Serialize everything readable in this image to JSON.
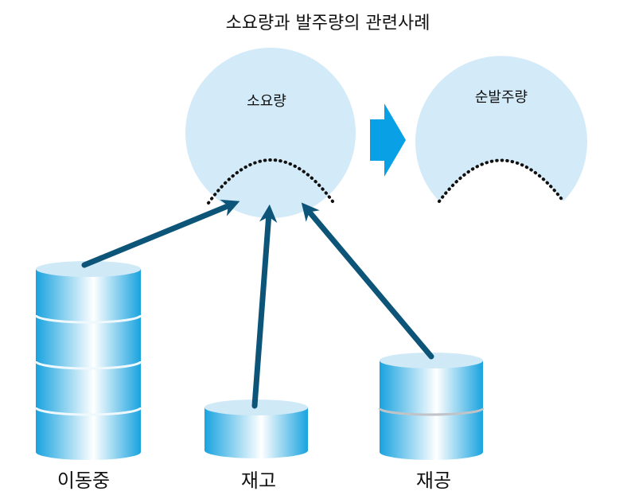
{
  "title": "소요량과 발주량의 관련사례",
  "diagram": {
    "gross_requirement_label": "소요량",
    "net_order_label": "순발주량",
    "sources": [
      {
        "label": "이동중",
        "segments": 4
      },
      {
        "label": "재고",
        "segments": 1
      },
      {
        "label": "재공",
        "segments": 2
      }
    ]
  },
  "colors": {
    "circle_fill": "#d3eaf8",
    "arrow_navy": "#0d5578",
    "arrow_blue": "#0aa0e6",
    "cylinder_edge": "#19a3df",
    "cylinder_mid": "#ffffff"
  }
}
